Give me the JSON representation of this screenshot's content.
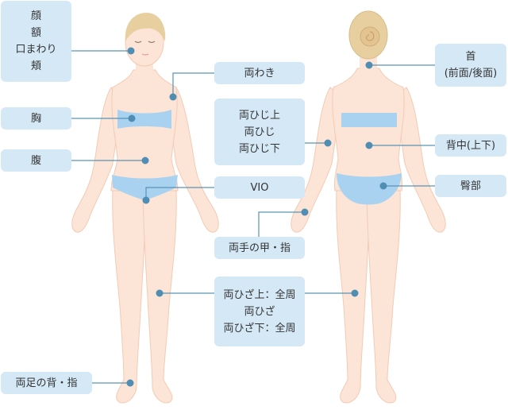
{
  "colors": {
    "skin": "#fce4d6",
    "skin_outline": "#f2cbb4",
    "garment": "#a9d2f1",
    "label_bg": "#d4e8f6",
    "connector": "#5a93b5",
    "dot": "#4f8db3",
    "hair": "#e8cfa0"
  },
  "labels": {
    "face": [
      "顔",
      "額",
      "口まわり",
      "頬"
    ],
    "chest": "胸",
    "belly": "腹",
    "underarm": "両わき",
    "elbow": [
      "両ひじ上",
      "両ひじ",
      "両ひじ下"
    ],
    "vio": "VIO",
    "hand": "両手の甲・指",
    "knee": [
      "両ひざ上：全周",
      "両ひざ",
      "両ひざ下：全周"
    ],
    "foot": "両足の背・指",
    "neck": [
      "首",
      "(前面/後面)"
    ],
    "back": "背中(上下)",
    "hip": "臀部"
  }
}
